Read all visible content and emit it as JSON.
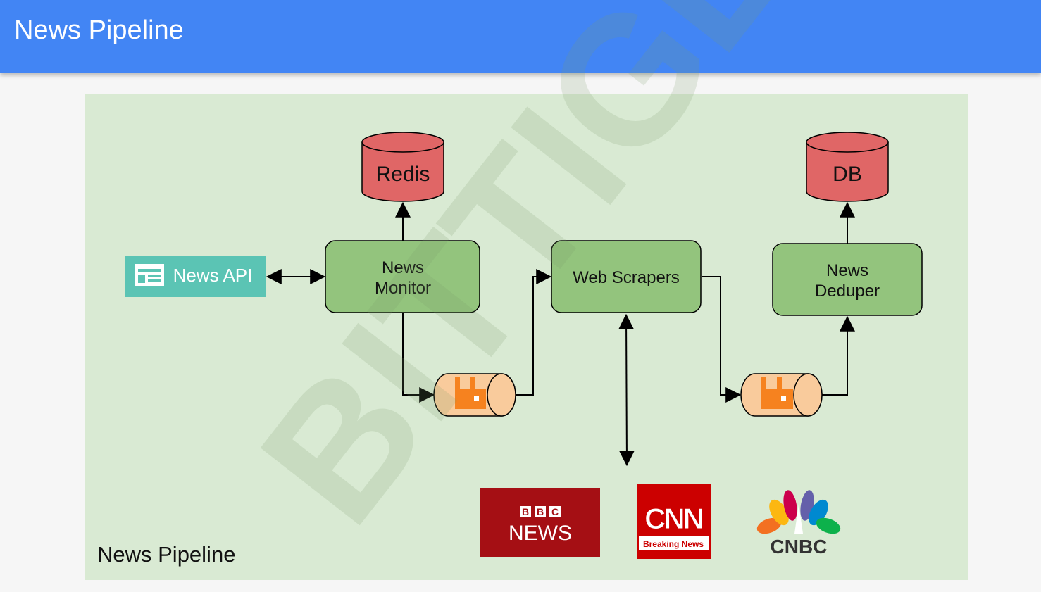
{
  "header": {
    "title": "News Pipeline"
  },
  "diagram": {
    "nodes": {
      "redis": "Redis",
      "db": "DB",
      "news_api": "News API",
      "news_monitor": [
        "News",
        "Monitor"
      ],
      "web_scrapers": "Web Scrapers",
      "news_deduper": [
        "News",
        "Deduper"
      ]
    },
    "logos": {
      "bbc": {
        "top": "BBC",
        "bottom": "NEWS"
      },
      "cnn": {
        "top": "CNN",
        "bottom": "Breaking News"
      },
      "cnbc": "CNBC"
    },
    "caption": "News Pipeline"
  },
  "watermark": "BITTIGER",
  "colors": {
    "header": "#4285f4",
    "canvas": "#d9ead3",
    "process_box": "#93c47d",
    "datastore": "#e06666",
    "queue": "#f9cb9c",
    "queue_icon": "#f6821f",
    "news_api": "#5bc4b4",
    "bbc": "#a50f14",
    "cnn": "#cc0000"
  }
}
